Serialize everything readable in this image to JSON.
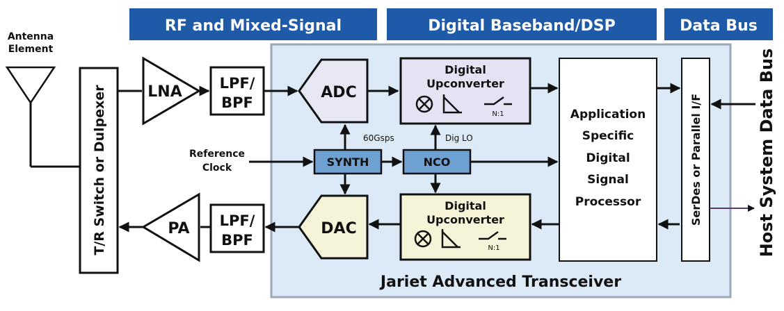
{
  "headers": {
    "rf": "RF and Mixed-Signal",
    "dsp": "Digital Baseband/DSP",
    "bus": "Data Bus"
  },
  "antenna": {
    "line1": "Antenna",
    "line2": "Element"
  },
  "tr_switch": "T/R Switch or Dulpexer",
  "lna": "LNA",
  "pa": "PA",
  "filter_top": {
    "line1": "LPF/",
    "line2": "BPF"
  },
  "filter_bottom": {
    "line1": "LPF/",
    "line2": "BPF"
  },
  "adc": "ADC",
  "dac": "DAC",
  "synth": "SYNTH",
  "nco": "NCO",
  "rate_label": "60Gsps",
  "dig_lo_label": "Dig LO",
  "reference_clock": {
    "line1": "Reference",
    "line2": "Clock"
  },
  "upconverter_top": {
    "line1": "Digital",
    "line2": "Upconverter",
    "ratio": "N:1"
  },
  "upconverter_bottom": {
    "line1": "Digital",
    "line2": "Upconverter",
    "ratio": "N:1"
  },
  "asdsp": {
    "line1": "Application",
    "line2": "Specific",
    "line3": "Digital",
    "line4": "Signal",
    "line5": "Processor"
  },
  "serdes": "SerDes or Parallel I/F",
  "host_bus": "Host System Data Bus",
  "transceiver_title": "Jariet Advanced Transceiver",
  "colors": {
    "header_blue": "#1e5aa8",
    "chip_bg": "#dce9f6",
    "synth_fill": "#6ea0d2",
    "upconverter_top_fill": "#e5e3f3",
    "upconverter_bottom_fill": "#f5f3d8"
  }
}
